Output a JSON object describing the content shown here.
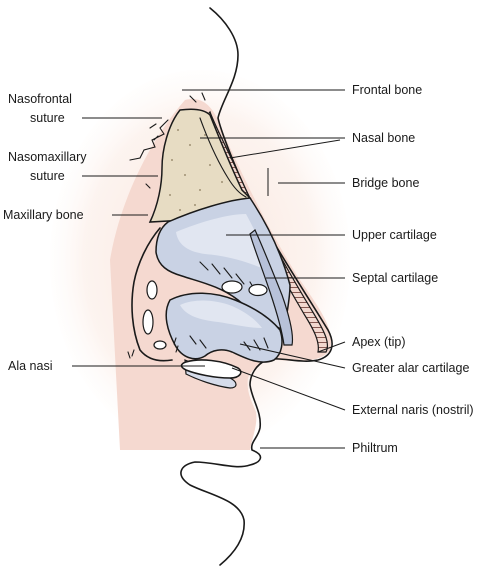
{
  "labels_left": {
    "nasofrontal_1": "Nasofrontal",
    "nasofrontal_2": "suture",
    "nasomaxillary_1": "Nasomaxillary",
    "nasomaxillary_2": "suture",
    "maxillary_bone": "Maxillary bone",
    "ala_nasi": "Ala nasi"
  },
  "labels_right": {
    "frontal_bone": "Frontal bone",
    "nasal_bone": "Nasal bone",
    "bridge_bone": "Bridge bone",
    "upper_cartilage": "Upper cartilage",
    "septal_cartilage": "Septal cartilage",
    "apex": "Apex (tip)",
    "greater_alar": "Greater alar cartilage",
    "external_naris": "External naris (nostril)",
    "philtrum": "Philtrum"
  },
  "colors": {
    "skin": "#f6dcd4",
    "bone": "#e7dcc3",
    "cartilage": "#c7d0e2",
    "cartilage_light": "#dfe5f1",
    "outline": "#1a1a1a"
  }
}
